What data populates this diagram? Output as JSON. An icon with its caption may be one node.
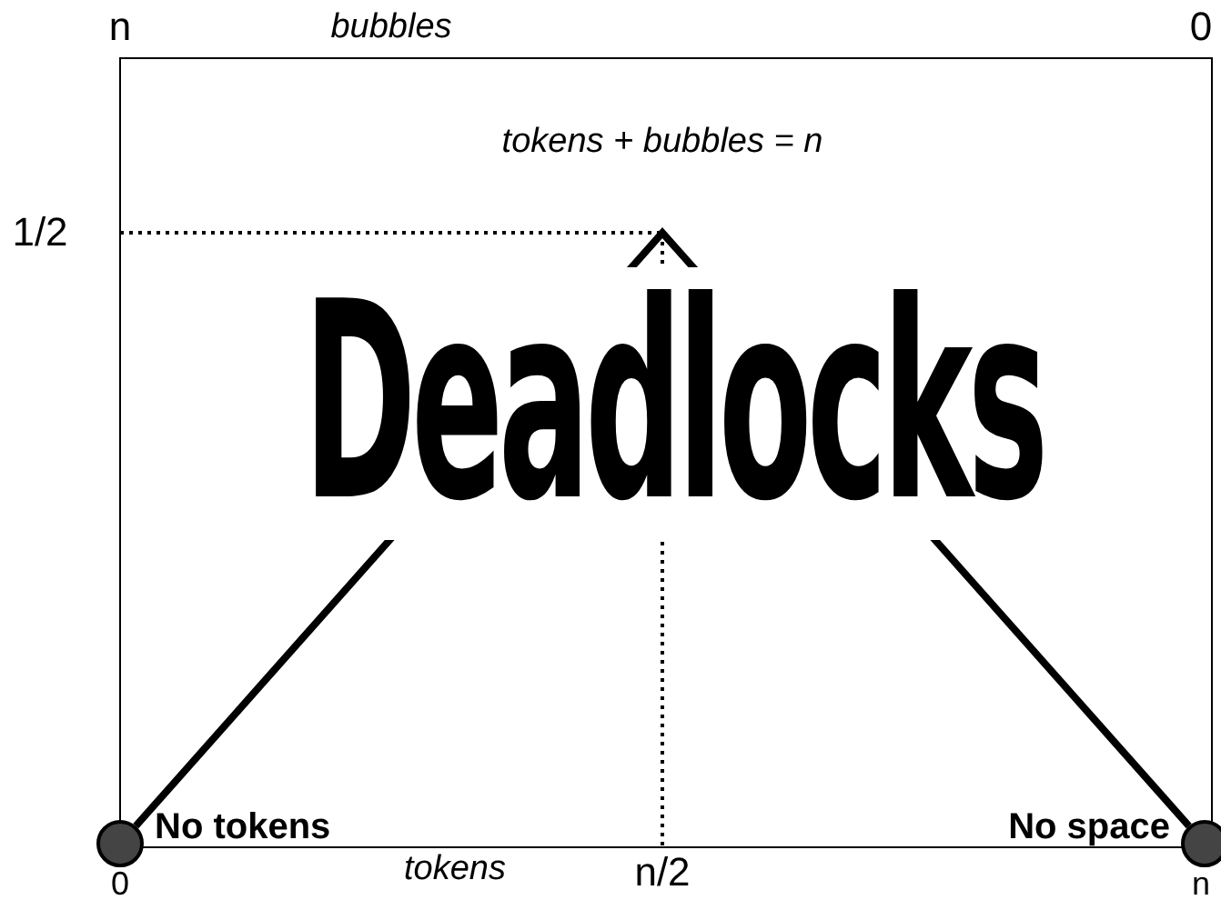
{
  "diagram": {
    "nodes": [
      {
        "text": [],
        "shape": "circle",
        "beside": [
          "No tokens"
        ]
      },
      {
        "text": [],
        "shape": "circle",
        "beside": [
          "No space"
        ]
      }
    ],
    "edges": [
      {
        "from": 0,
        "to": 1,
        "arrow": "none"
      }
    ],
    "labels": [
      "n",
      "bubbles",
      "0",
      "tokens + bubbles = n",
      "1/2",
      "Deadlocks",
      "0",
      "tokens",
      "n/2",
      "n"
    ]
  }
}
